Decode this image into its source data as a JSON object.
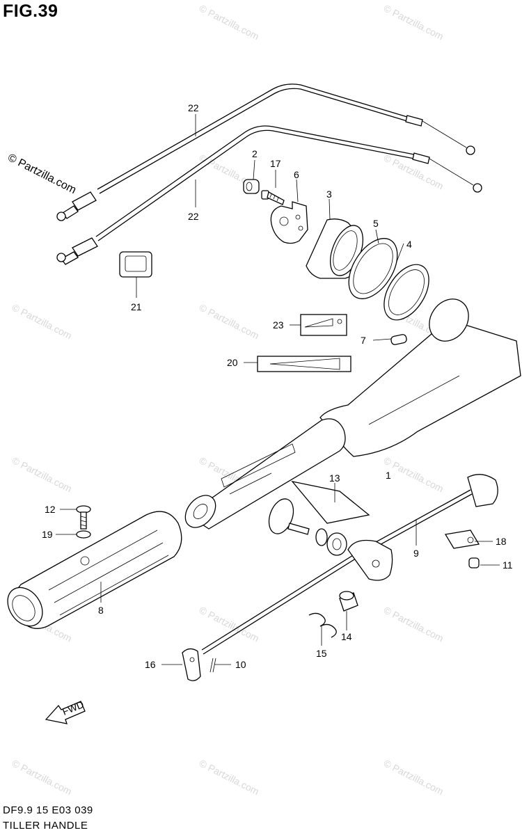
{
  "figure": {
    "title": "FIG.39",
    "copyright": "© Partzilla.com",
    "code": "DF9.9 15 E03 039",
    "caption": "TILLER HANDLE",
    "watermark": "© Partzilla.com",
    "fwd_label": "FWD"
  },
  "callouts": [
    {
      "id": "c22a",
      "label": "22"
    },
    {
      "id": "c22b",
      "label": "22"
    },
    {
      "id": "c2",
      "label": "2"
    },
    {
      "id": "c17",
      "label": "17"
    },
    {
      "id": "c6",
      "label": "6"
    },
    {
      "id": "c3",
      "label": "3"
    },
    {
      "id": "c5",
      "label": "5"
    },
    {
      "id": "c4",
      "label": "4"
    },
    {
      "id": "c21",
      "label": "21"
    },
    {
      "id": "c23",
      "label": "23"
    },
    {
      "id": "c7",
      "label": "7"
    },
    {
      "id": "c20",
      "label": "20"
    },
    {
      "id": "c1",
      "label": "1"
    },
    {
      "id": "c13",
      "label": "13"
    },
    {
      "id": "c12",
      "label": "12"
    },
    {
      "id": "c19",
      "label": "19"
    },
    {
      "id": "c18",
      "label": "18"
    },
    {
      "id": "c11",
      "label": "11"
    },
    {
      "id": "c9",
      "label": "9"
    },
    {
      "id": "c8",
      "label": "8"
    },
    {
      "id": "c14",
      "label": "14"
    },
    {
      "id": "c15",
      "label": "15"
    },
    {
      "id": "c16",
      "label": "16"
    },
    {
      "id": "c10",
      "label": "10"
    }
  ]
}
